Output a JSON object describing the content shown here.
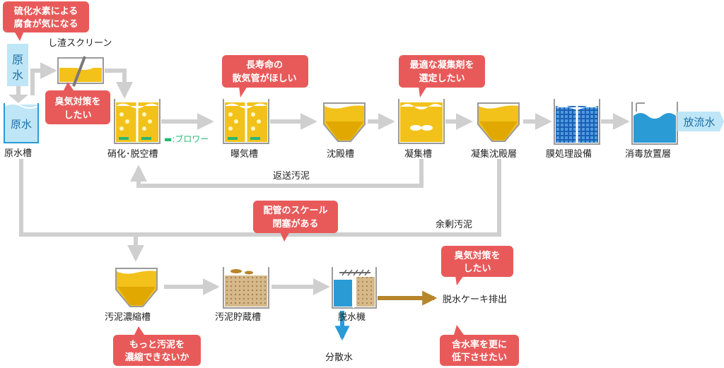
{
  "colors": {
    "flow_arrow": "#cfcfcf",
    "callout": "#e85a5a",
    "sludge_yellow": "#f2c21b",
    "water_blue": "#2b9bd6",
    "light_blue": "#bfe6f7",
    "cake_brown": "#b7852a",
    "blower_green": "#2bb673"
  },
  "labels": {
    "raw_water_tank": "原水槽",
    "raw_water_in_tank": "原水",
    "raw_water_inlet": "原水",
    "screen": "し渣スクリーン",
    "nitrification": "硝化･脱空槽",
    "blower": "▬:ブロワー",
    "aeration": "曝気槽",
    "sedimentation": "沈殿槽",
    "coagulation": "凝集槽",
    "coag_sedimentation": "凝集沈殿層",
    "membrane": "膜処理設備",
    "disinfection": "消毒放置層",
    "discharge": "放流水",
    "return_sludge": "返送汚泥",
    "excess_sludge": "余剰汚泥",
    "thickener": "汚泥濃縮槽",
    "storage": "汚泥貯蔵槽",
    "dewatering": "脱水機",
    "separated_water": "分散水",
    "cake_out": "脱水ケーキ排出"
  },
  "callouts": {
    "h2s": [
      "硫化水素による",
      "腐食が気になる"
    ],
    "odor1": [
      "臭気対策を",
      "したい"
    ],
    "long_life": [
      "長寿命の",
      "散気管がほしい"
    ],
    "coagulant": [
      "最適な凝集剤を",
      "選定したい"
    ],
    "scale": [
      "配管のスケール",
      "閉塞がある"
    ],
    "thicken": [
      "もっと汚泥を",
      "濃縮できないか"
    ],
    "odor2": [
      "臭気対策を",
      "したい"
    ],
    "moisture": [
      "含水率を更に",
      "低下させたい"
    ]
  }
}
